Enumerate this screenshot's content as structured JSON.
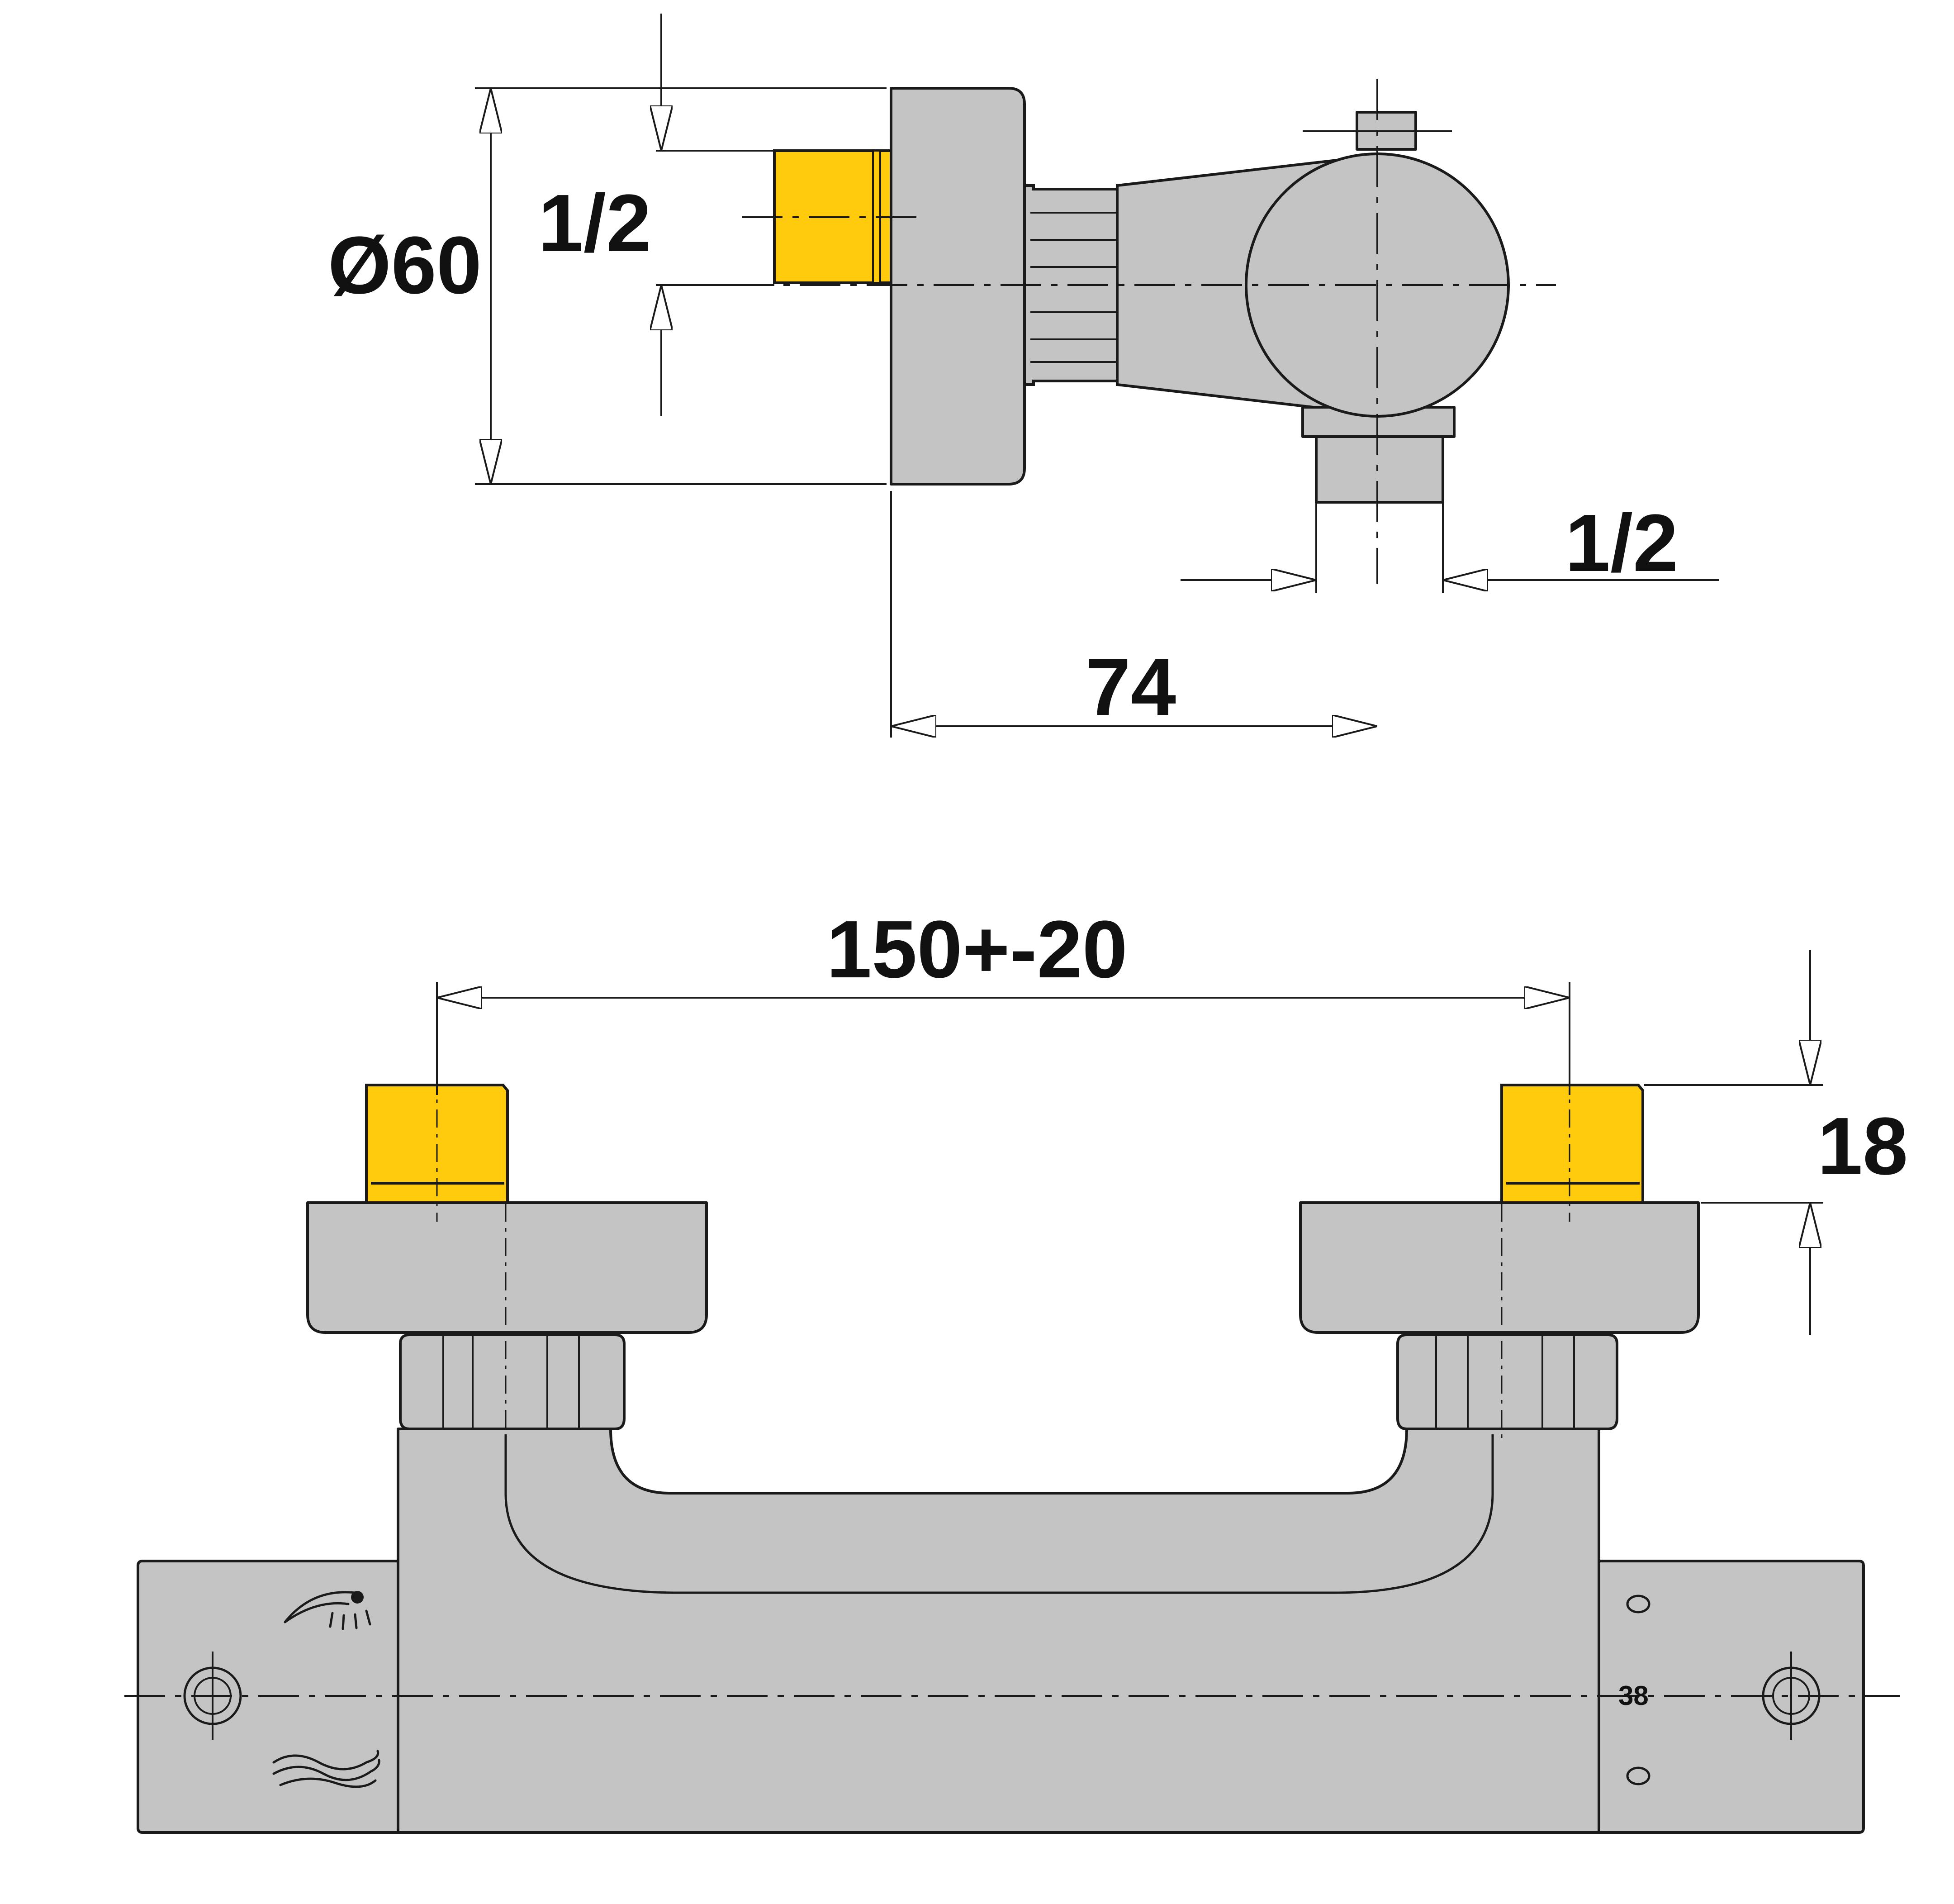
{
  "colors": {
    "body": "#c4c4c4",
    "thread": "#ffcb0c",
    "outline": "#1a1a1a",
    "background": "#ffffff"
  },
  "side_view": {
    "diameter_label": "Ø60",
    "inlet_label": "1/2",
    "outlet_label": "1/2",
    "depth_label": "74"
  },
  "front_view": {
    "spacing_label": "150+-20",
    "thread_length_label": "18",
    "scale_labels": [
      "38"
    ],
    "icons": [
      "shower-icon",
      "bath-wave-icon",
      "mounting-hole-icon"
    ]
  }
}
